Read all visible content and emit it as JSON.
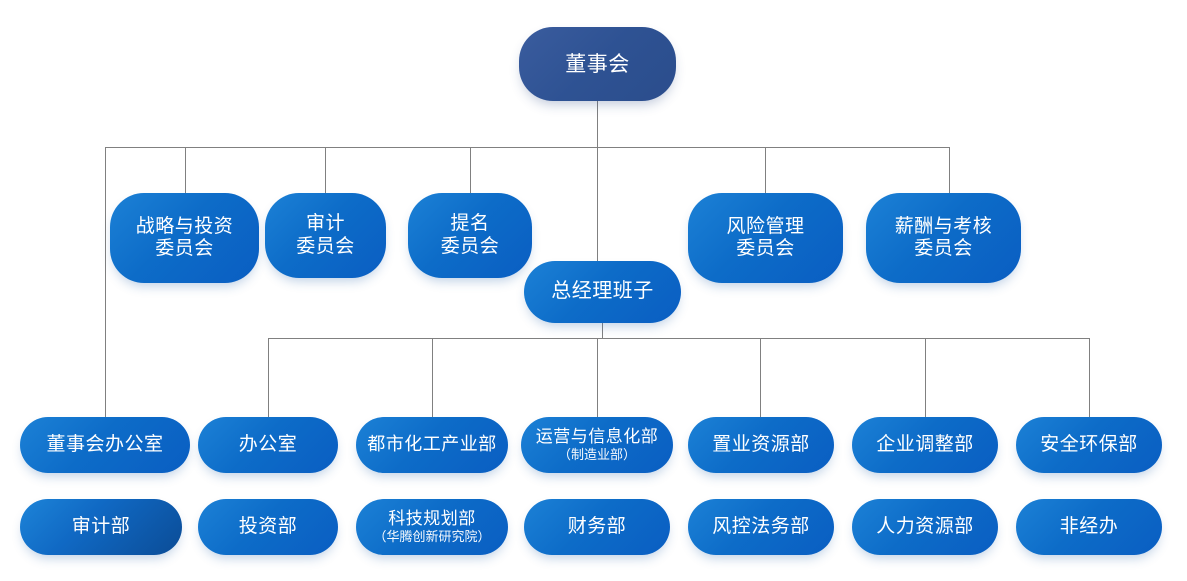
{
  "meta": {
    "title": "组织架构图",
    "colors": {
      "node_light": "#1c81d6",
      "node_mid": "#0d6cc8",
      "node_dark": "#0a5ec2",
      "board_node": "#2e5293",
      "deep_node": "#0b4c96",
      "connector": "#808080",
      "background": "#ffffff",
      "text": "#ffffff"
    }
  },
  "board": {
    "label": "董事会"
  },
  "gm": {
    "label": "总经理班子"
  },
  "committees": [
    {
      "line1": "战略与投资",
      "line2": "委员会"
    },
    {
      "line1": "审计",
      "line2": "委员会"
    },
    {
      "line1": "提名",
      "line2": "委员会"
    },
    {
      "line1": "风险管理",
      "line2": "委员会"
    },
    {
      "line1": "薪酬与考核",
      "line2": "委员会"
    }
  ],
  "departments_row1": [
    {
      "line1": "董事会办公室",
      "line2": ""
    },
    {
      "line1": "办公室",
      "line2": ""
    },
    {
      "line1": "都市化工产业部",
      "line2": ""
    },
    {
      "line1": "运营与信息化部",
      "line2": "（制造业部）"
    },
    {
      "line1": "置业资源部",
      "line2": ""
    },
    {
      "line1": "企业调整部",
      "line2": ""
    },
    {
      "line1": "安全环保部",
      "line2": ""
    }
  ],
  "departments_row2": [
    {
      "line1": "审计部",
      "line2": ""
    },
    {
      "line1": "投资部",
      "line2": ""
    },
    {
      "line1": "科技规划部",
      "line2": "（华腾创新研究院）"
    },
    {
      "line1": "财务部",
      "line2": ""
    },
    {
      "line1": "风控法务部",
      "line2": ""
    },
    {
      "line1": "人力资源部",
      "line2": ""
    },
    {
      "line1": "非经办",
      "line2": ""
    }
  ]
}
